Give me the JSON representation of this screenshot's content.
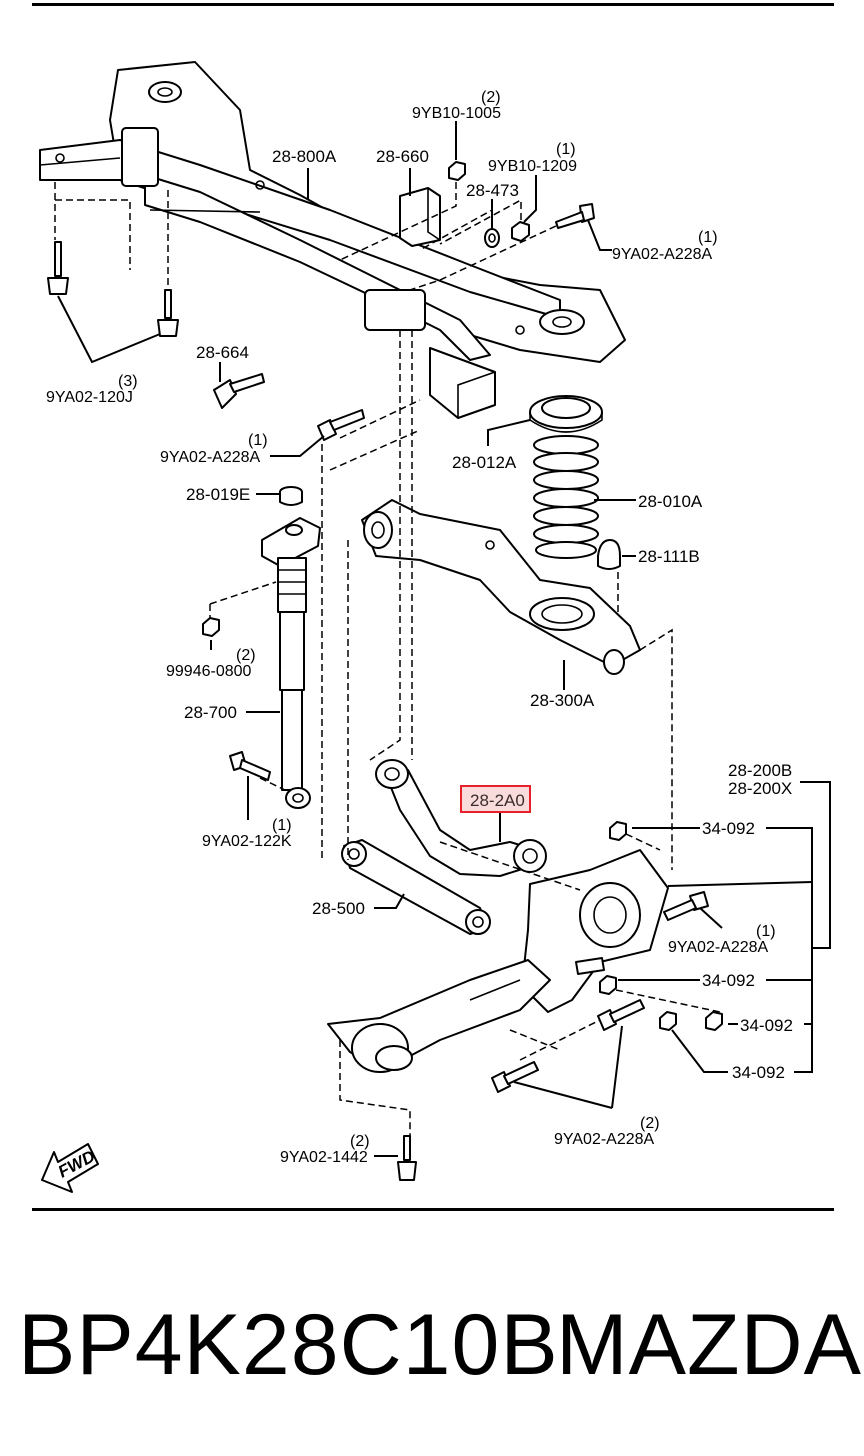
{
  "callouts": {
    "c_9yb10_1005": "9YB10-1005",
    "q_9yb10_1005": "(2)",
    "c_28_800a": "28-800A",
    "c_28_660": "28-660",
    "c_9yb10_1209": "9YB10-1209",
    "q_9yb10_1209": "(1)",
    "c_28_473": "28-473",
    "c_9ya02_a228a_top": "9YA02-A228A",
    "q_9ya02_a228a_top": "(1)",
    "c_9ya02_120j": "9YA02-120J",
    "q_9ya02_120j": "(3)",
    "c_28_664": "28-664",
    "c_9ya02_a228a_left": "9YA02-A228A",
    "q_9ya02_a228a_left": "(1)",
    "c_28_012a": "28-012A",
    "c_28_019e": "28-019E",
    "c_28_010a": "28-010A",
    "c_28_111b": "28-111B",
    "c_99946_0800": "99946-0800",
    "q_99946_0800": "(2)",
    "c_28_700": "28-700",
    "c_28_300a": "28-300A",
    "c_28_200b": "28-200B",
    "c_28_200x": "28-200X",
    "c_28_2a0": "28-2A0",
    "c_9ya02_122k": "9YA02-122K",
    "q_9ya02_122k": "(1)",
    "c_34_092_a": "34-092",
    "c_28_500": "28-500",
    "c_9ya02_a228a_right": "9YA02-A228A",
    "q_9ya02_a228a_right": "(1)",
    "c_34_092_b": "34-092",
    "c_34_092_c": "34-092",
    "c_34_092_d": "34-092",
    "c_9ya02_a228a_bottom": "9YA02-A228A",
    "q_9ya02_a228a_bottom": "(2)",
    "c_9ya02_1442": "9YA02-1442",
    "q_9ya02_1442": "(2)",
    "fwd": "FWD"
  },
  "highlight_color": "#e8202a",
  "footer": {
    "part_number": "BP4K28C10B",
    "brand": "MAZDA"
  }
}
